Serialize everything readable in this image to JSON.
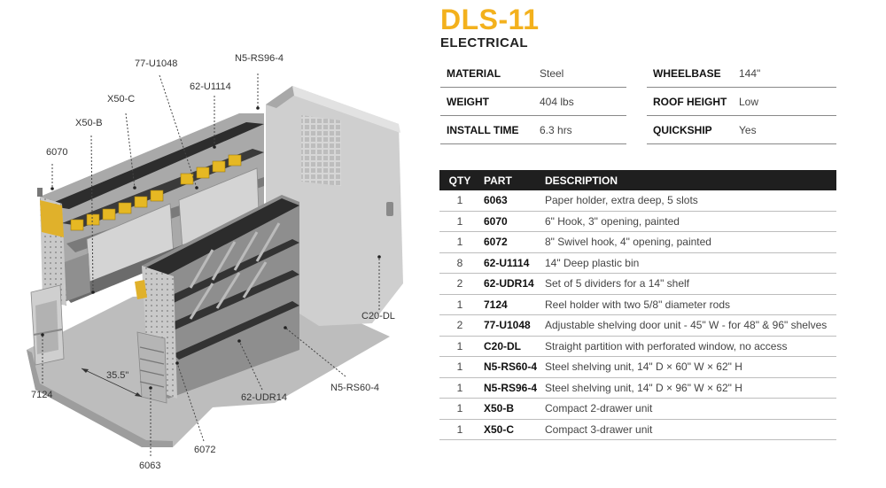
{
  "product": {
    "title": "DLS-11",
    "subtitle": "ELECTRICAL"
  },
  "specs_left": [
    {
      "label": "MATERIAL",
      "value": "Steel"
    },
    {
      "label": "WEIGHT",
      "value": "404 lbs"
    },
    {
      "label": "INSTALL TIME",
      "value": "6.3 hrs"
    }
  ],
  "specs_right": [
    {
      "label": "WHEELBASE",
      "value": "144\""
    },
    {
      "label": "ROOF HEIGHT",
      "value": "Low"
    },
    {
      "label": "QUICKSHIP",
      "value": "Yes"
    }
  ],
  "table": {
    "headers": {
      "qty": "QTY",
      "part": "PART",
      "description": "DESCRIPTION"
    },
    "rows": [
      {
        "qty": "1",
        "part": "6063",
        "description": "Paper holder, extra deep, 5 slots"
      },
      {
        "qty": "1",
        "part": "6070",
        "description": "6\" Hook, 3\" opening, painted"
      },
      {
        "qty": "1",
        "part": "6072",
        "description": "8\" Swivel hook, 4\" opening, painted"
      },
      {
        "qty": "8",
        "part": "62-U1114",
        "description": "14\" Deep plastic bin"
      },
      {
        "qty": "2",
        "part": "62-UDR14",
        "description": "Set of 5 dividers for a 14\" shelf"
      },
      {
        "qty": "1",
        "part": "7124",
        "description": "Reel holder with two 5/8\" diameter rods"
      },
      {
        "qty": "2",
        "part": "77-U1048",
        "description": "Adjustable shelving door unit - 45\" W - for 48\" & 96\" shelves"
      },
      {
        "qty": "1",
        "part": "C20-DL",
        "description": "Straight partition with perforated window, no access"
      },
      {
        "qty": "1",
        "part": "N5-RS60-4",
        "description": "Steel shelving unit, 14\" D × 60\" W × 62\" H"
      },
      {
        "qty": "1",
        "part": "N5-RS96-4",
        "description": "Steel shelving unit, 14\" D × 96\" W × 62\" H"
      },
      {
        "qty": "1",
        "part": "X50-B",
        "description": "Compact 2-drawer unit"
      },
      {
        "qty": "1",
        "part": "X50-C",
        "description": "Compact 3-drawer unit"
      }
    ]
  },
  "callouts": {
    "n5rs964": "N5-RS96-4",
    "u1048": "77-U1048",
    "u1114": "62-U1114",
    "x50c": "X50-C",
    "x50b": "X50-B",
    "p6070": "6070",
    "c20dl": "C20-DL",
    "n5rs604": "N5-RS60-4",
    "udr14": "62-UDR14",
    "p7124": "7124",
    "p6063": "6063",
    "p6072": "6072",
    "dim": "35.5\""
  },
  "colors": {
    "accent": "#f3b11d",
    "header_bg": "#1f1f1f"
  }
}
